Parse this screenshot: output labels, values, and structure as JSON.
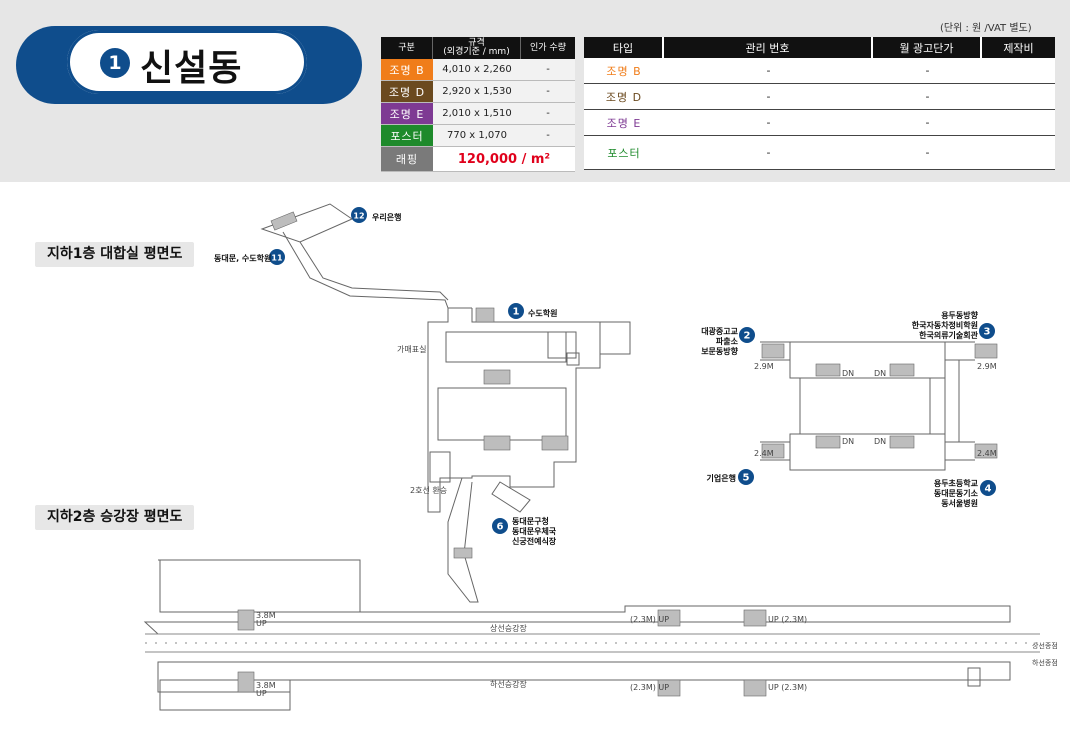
{
  "header": {
    "station_number": "1",
    "station_name": "신설동",
    "unit_note": "(단위 : 원 /VAT 별도)"
  },
  "spec_table": {
    "headers": {
      "type": "구분",
      "size_line1": "규격",
      "size_line2": "(외경기준 / mm)",
      "approved_qty": "인가 수량"
    },
    "rows": [
      {
        "type": "조명 B",
        "size": "4,010 x 2,260",
        "qty": "-",
        "color": "#f07d1a"
      },
      {
        "type": "조명 D",
        "size": "2,920 x 1,530",
        "qty": "-",
        "color": "#6b4a1f"
      },
      {
        "type": "조명 E",
        "size": "2,010 x 1,510",
        "qty": "-",
        "color": "#7e3a93"
      },
      {
        "type": "포스터",
        "size": "770 x 1,070",
        "qty": "-",
        "color": "#1e8a2b"
      }
    ],
    "wrap": {
      "label": "래핑",
      "price": "120,000 / m²"
    }
  },
  "type_table": {
    "headers": {
      "type": "타입",
      "mgmt_no": "관리 번호",
      "monthly_price": "월 광고단가",
      "production": "제작비"
    },
    "rows": [
      {
        "type": "조명 B",
        "mgmt_no": "-",
        "price": "-",
        "production": "",
        "color": "#f07d1a"
      },
      {
        "type": "조명 D",
        "mgmt_no": "-",
        "price": "-",
        "production": "",
        "color": "#6b4a1f"
      },
      {
        "type": "조명 E",
        "mgmt_no": "-",
        "price": "-",
        "production": "",
        "color": "#7e3a93"
      },
      {
        "type": "포스터",
        "mgmt_no": "-",
        "price": "-",
        "production": "",
        "color": "#1e8a2b"
      }
    ]
  },
  "floor_labels": {
    "b1": "지하1층 대합실 평면도",
    "b2": "지하2층 승강장 평면도"
  },
  "exits": [
    {
      "number": "1",
      "label": "수도학원"
    },
    {
      "number": "2",
      "label_lines": [
        "대광중고교",
        "파출소",
        "보문동방향"
      ]
    },
    {
      "number": "3",
      "label_lines": [
        "용두동방향",
        "한국자동차정비학원",
        "한국의류기술회관"
      ]
    },
    {
      "number": "4",
      "label_lines": [
        "용두초등학교",
        "동대문동기소",
        "동서울병원"
      ]
    },
    {
      "number": "5",
      "label": "기업은행"
    },
    {
      "number": "6",
      "label_lines": [
        "동대문구청",
        "동대문우체국",
        "신궁전예식장"
      ]
    },
    {
      "number": "11",
      "label": "동대문, 수도학원"
    },
    {
      "number": "12",
      "label": "우리은행"
    }
  ],
  "map_labels": {
    "gaepyo": "가매표실",
    "transfer": "2호선 환승",
    "up_platform": "상선승강장",
    "down_platform": "하선승강장",
    "up_track": "상선종점",
    "down_track": "하선종점",
    "dn": "DN",
    "stair_2_9m": "2.9M",
    "stair_2_4m": "2.4M",
    "stair_3_8m": "3.8M",
    "up": "UP",
    "stair_2_3m_up_left": "(2.3M) UP",
    "stair_2_3m_up_right": "UP (2.3M)"
  },
  "colors": {
    "accent_blue": "#0f4d8c",
    "price_red": "#e0001b"
  }
}
